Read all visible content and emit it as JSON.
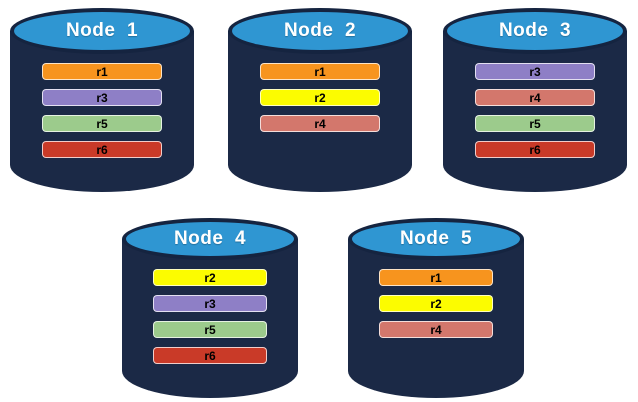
{
  "diagram": {
    "description": "Five database nodes with replicated records r1-r6 distributed across them"
  },
  "colors": {
    "background": "#FFFFFF",
    "cylinder_body": "#1B2946",
    "cylinder_top": "#2F96D2",
    "cylinder_outline": "#152440",
    "node_label_text": "#FFFFFF",
    "bar_text": "#000000",
    "bar_border": "rgba(255,255,255,0.75)"
  },
  "replica_colors": {
    "r1": "#F7941E",
    "r2": "#FCFC00",
    "r3": "#8E7FC6",
    "r4": "#D3776C",
    "r5": "#9CCB8C",
    "r6": "#C93A28"
  },
  "nodes": [
    {
      "label": "Node  1",
      "replicas": [
        "r1",
        "r3",
        "r5",
        "r6"
      ]
    },
    {
      "label": "Node  2",
      "replicas": [
        "r1",
        "r2",
        "r4"
      ]
    },
    {
      "label": "Node  3",
      "replicas": [
        "r3",
        "r4",
        "r5",
        "r6"
      ]
    },
    {
      "label": "Node  4",
      "replicas": [
        "r2",
        "r3",
        "r5",
        "r6"
      ]
    },
    {
      "label": "Node  5",
      "replicas": [
        "r1",
        "r2",
        "r4"
      ]
    }
  ]
}
